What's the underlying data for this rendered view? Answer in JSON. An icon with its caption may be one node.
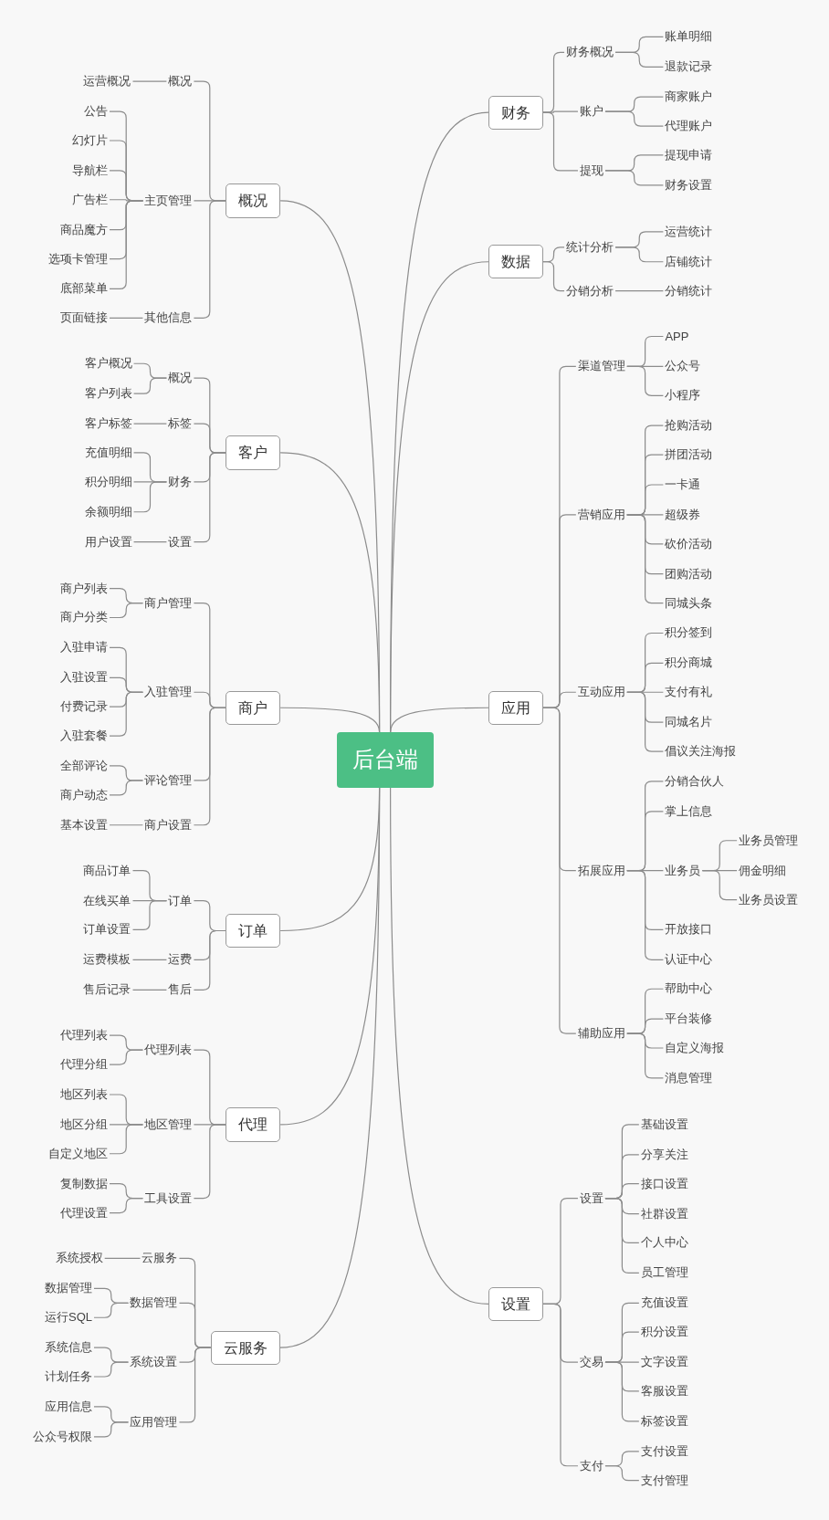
{
  "diagram": {
    "nodes": [
      {
        "text": [
          "后台端"
        ]
      },
      {
        "text": [
          "概况"
        ]
      },
      {
        "text": [
          "概况"
        ]
      },
      {
        "text": [
          "运营概况"
        ]
      },
      {
        "text": [
          "主页管理"
        ]
      },
      {
        "text": [
          "公告"
        ]
      },
      {
        "text": [
          "幻灯片"
        ]
      },
      {
        "text": [
          "导航栏"
        ]
      },
      {
        "text": [
          "广告栏"
        ]
      },
      {
        "text": [
          "商品魔方"
        ]
      },
      {
        "text": [
          "选项卡管理"
        ]
      },
      {
        "text": [
          "底部菜单"
        ]
      },
      {
        "text": [
          "其他信息"
        ]
      },
      {
        "text": [
          "页面链接"
        ]
      },
      {
        "text": [
          "客户"
        ]
      },
      {
        "text": [
          "概况"
        ]
      },
      {
        "text": [
          "客户概况"
        ]
      },
      {
        "text": [
          "客户列表"
        ]
      },
      {
        "text": [
          "标签"
        ]
      },
      {
        "text": [
          "客户标签"
        ]
      },
      {
        "text": [
          "财务"
        ]
      },
      {
        "text": [
          "充值明细"
        ]
      },
      {
        "text": [
          "积分明细"
        ]
      },
      {
        "text": [
          "余额明细"
        ]
      },
      {
        "text": [
          "设置"
        ]
      },
      {
        "text": [
          "用户设置"
        ]
      },
      {
        "text": [
          "商户"
        ]
      },
      {
        "text": [
          "商户管理"
        ]
      },
      {
        "text": [
          "商户列表"
        ]
      },
      {
        "text": [
          "商户分类"
        ]
      },
      {
        "text": [
          "入驻管理"
        ]
      },
      {
        "text": [
          "入驻申请"
        ]
      },
      {
        "text": [
          "入驻设置"
        ]
      },
      {
        "text": [
          "付费记录"
        ]
      },
      {
        "text": [
          "入驻套餐"
        ]
      },
      {
        "text": [
          "评论管理"
        ]
      },
      {
        "text": [
          "全部评论"
        ]
      },
      {
        "text": [
          "商户动态"
        ]
      },
      {
        "text": [
          "商户设置"
        ]
      },
      {
        "text": [
          "基本设置"
        ]
      },
      {
        "text": [
          "订单"
        ]
      },
      {
        "text": [
          "订单"
        ]
      },
      {
        "text": [
          "商品订单"
        ]
      },
      {
        "text": [
          "在线买单"
        ]
      },
      {
        "text": [
          "订单设置"
        ]
      },
      {
        "text": [
          "运费"
        ]
      },
      {
        "text": [
          "运费模板"
        ]
      },
      {
        "text": [
          "售后"
        ]
      },
      {
        "text": [
          "售后记录"
        ]
      },
      {
        "text": [
          "代理"
        ]
      },
      {
        "text": [
          "代理列表"
        ]
      },
      {
        "text": [
          "代理列表"
        ]
      },
      {
        "text": [
          "代理分组"
        ]
      },
      {
        "text": [
          "地区管理"
        ]
      },
      {
        "text": [
          "地区列表"
        ]
      },
      {
        "text": [
          "地区分组"
        ]
      },
      {
        "text": [
          "自定义地区"
        ]
      },
      {
        "text": [
          "工具设置"
        ]
      },
      {
        "text": [
          "复制数据"
        ]
      },
      {
        "text": [
          "代理设置"
        ]
      },
      {
        "text": [
          "云服务"
        ]
      },
      {
        "text": [
          "云服务"
        ]
      },
      {
        "text": [
          "系统授权"
        ]
      },
      {
        "text": [
          "数据管理"
        ]
      },
      {
        "text": [
          "数据管理"
        ]
      },
      {
        "text": [
          "运行SQL"
        ]
      },
      {
        "text": [
          "系统设置"
        ]
      },
      {
        "text": [
          "系统信息"
        ]
      },
      {
        "text": [
          "计划任务"
        ]
      },
      {
        "text": [
          "应用管理"
        ]
      },
      {
        "text": [
          "应用信息"
        ]
      },
      {
        "text": [
          "公众号权限"
        ]
      },
      {
        "text": [
          "财务"
        ]
      },
      {
        "text": [
          "财务概况"
        ]
      },
      {
        "text": [
          "账单明细"
        ]
      },
      {
        "text": [
          "退款记录"
        ]
      },
      {
        "text": [
          "账户"
        ]
      },
      {
        "text": [
          "商家账户"
        ]
      },
      {
        "text": [
          "代理账户"
        ]
      },
      {
        "text": [
          "提现"
        ]
      },
      {
        "text": [
          "提现申请"
        ]
      },
      {
        "text": [
          "财务设置"
        ]
      },
      {
        "text": [
          "数据"
        ]
      },
      {
        "text": [
          "统计分析"
        ]
      },
      {
        "text": [
          "运营统计"
        ]
      },
      {
        "text": [
          "店铺统计"
        ]
      },
      {
        "text": [
          "分销分析"
        ]
      },
      {
        "text": [
          "分销统计"
        ]
      },
      {
        "text": [
          "应用"
        ]
      },
      {
        "text": [
          "渠道管理"
        ]
      },
      {
        "text": [
          "APP"
        ]
      },
      {
        "text": [
          "公众号"
        ]
      },
      {
        "text": [
          "小程序"
        ]
      },
      {
        "text": [
          "营销应用"
        ]
      },
      {
        "text": [
          "抢购活动"
        ]
      },
      {
        "text": [
          "拼团活动"
        ]
      },
      {
        "text": [
          "一卡通"
        ]
      },
      {
        "text": [
          "超级券"
        ]
      },
      {
        "text": [
          "砍价活动"
        ]
      },
      {
        "text": [
          "团购活动"
        ]
      },
      {
        "text": [
          "同城头条"
        ]
      },
      {
        "text": [
          "互动应用"
        ]
      },
      {
        "text": [
          "积分签到"
        ]
      },
      {
        "text": [
          "积分商城"
        ]
      },
      {
        "text": [
          "支付有礼"
        ]
      },
      {
        "text": [
          "同城名片"
        ]
      },
      {
        "text": [
          "倡议关注海报"
        ]
      },
      {
        "text": [
          "拓展应用"
        ]
      },
      {
        "text": [
          "分销合伙人"
        ]
      },
      {
        "text": [
          "掌上信息"
        ]
      },
      {
        "text": [
          "业务员"
        ]
      },
      {
        "text": [
          "业务员管理"
        ]
      },
      {
        "text": [
          "佣金明细"
        ]
      },
      {
        "text": [
          "业务员设置"
        ]
      },
      {
        "text": [
          "开放接口"
        ]
      },
      {
        "text": [
          "认证中心"
        ]
      },
      {
        "text": [
          "辅助应用"
        ]
      },
      {
        "text": [
          "帮助中心"
        ]
      },
      {
        "text": [
          "平台装修"
        ]
      },
      {
        "text": [
          "自定义海报"
        ]
      },
      {
        "text": [
          "消息管理"
        ]
      },
      {
        "text": [
          "设置"
        ]
      },
      {
        "text": [
          "设置"
        ]
      },
      {
        "text": [
          "基础设置"
        ]
      },
      {
        "text": [
          "分享关注"
        ]
      },
      {
        "text": [
          "接口设置"
        ]
      },
      {
        "text": [
          "社群设置"
        ]
      },
      {
        "text": [
          "个人中心"
        ]
      },
      {
        "text": [
          "员工管理"
        ]
      },
      {
        "text": [
          "交易"
        ]
      },
      {
        "text": [
          "充值设置"
        ]
      },
      {
        "text": [
          "积分设置"
        ]
      },
      {
        "text": [
          "文字设置"
        ]
      },
      {
        "text": [
          "客服设置"
        ]
      },
      {
        "text": [
          "标签设置"
        ]
      },
      {
        "text": [
          "支付"
        ]
      },
      {
        "text": [
          "支付设置"
        ]
      },
      {
        "text": [
          "支付管理"
        ]
      }
    ],
    "edges": [
      {
        "from": 0,
        "to": 1,
        "arrow": "none"
      },
      {
        "from": 0,
        "to": 14,
        "arrow": "none"
      },
      {
        "from": 0,
        "to": 26,
        "arrow": "none"
      },
      {
        "from": 0,
        "to": 40,
        "arrow": "none"
      },
      {
        "from": 0,
        "to": 49,
        "arrow": "none"
      },
      {
        "from": 0,
        "to": 60,
        "arrow": "none"
      },
      {
        "from": 0,
        "to": 72,
        "arrow": "none"
      },
      {
        "from": 0,
        "to": 82,
        "arrow": "none"
      },
      {
        "from": 0,
        "to": 88,
        "arrow": "none"
      },
      {
        "from": 0,
        "to": 121,
        "arrow": "none"
      },
      {
        "from": 1,
        "to": 2,
        "arrow": "none"
      },
      {
        "from": 2,
        "to": 3,
        "arrow": "none"
      },
      {
        "from": 1,
        "to": 4,
        "arrow": "none"
      },
      {
        "from": 4,
        "to": 5,
        "arrow": "none"
      },
      {
        "from": 4,
        "to": 6,
        "arrow": "none"
      },
      {
        "from": 4,
        "to": 7,
        "arrow": "none"
      },
      {
        "from": 4,
        "to": 8,
        "arrow": "none"
      },
      {
        "from": 4,
        "to": 9,
        "arrow": "none"
      },
      {
        "from": 4,
        "to": 10,
        "arrow": "none"
      },
      {
        "from": 4,
        "to": 11,
        "arrow": "none"
      },
      {
        "from": 1,
        "to": 12,
        "arrow": "none"
      },
      {
        "from": 12,
        "to": 13,
        "arrow": "none"
      },
      {
        "from": 14,
        "to": 15,
        "arrow": "none"
      },
      {
        "from": 15,
        "to": 16,
        "arrow": "none"
      },
      {
        "from": 15,
        "to": 17,
        "arrow": "none"
      },
      {
        "from": 14,
        "to": 18,
        "arrow": "none"
      },
      {
        "from": 18,
        "to": 19,
        "arrow": "none"
      },
      {
        "from": 14,
        "to": 20,
        "arrow": "none"
      },
      {
        "from": 20,
        "to": 21,
        "arrow": "none"
      },
      {
        "from": 20,
        "to": 22,
        "arrow": "none"
      },
      {
        "from": 20,
        "to": 23,
        "arrow": "none"
      },
      {
        "from": 14,
        "to": 24,
        "arrow": "none"
      },
      {
        "from": 24,
        "to": 25,
        "arrow": "none"
      },
      {
        "from": 26,
        "to": 27,
        "arrow": "none"
      },
      {
        "from": 27,
        "to": 28,
        "arrow": "none"
      },
      {
        "from": 27,
        "to": 29,
        "arrow": "none"
      },
      {
        "from": 26,
        "to": 30,
        "arrow": "none"
      },
      {
        "from": 30,
        "to": 31,
        "arrow": "none"
      },
      {
        "from": 30,
        "to": 32,
        "arrow": "none"
      },
      {
        "from": 30,
        "to": 33,
        "arrow": "none"
      },
      {
        "from": 30,
        "to": 34,
        "arrow": "none"
      },
      {
        "from": 26,
        "to": 35,
        "arrow": "none"
      },
      {
        "from": 35,
        "to": 36,
        "arrow": "none"
      },
      {
        "from": 35,
        "to": 37,
        "arrow": "none"
      },
      {
        "from": 26,
        "to": 38,
        "arrow": "none"
      },
      {
        "from": 38,
        "to": 39,
        "arrow": "none"
      },
      {
        "from": 40,
        "to": 41,
        "arrow": "none"
      },
      {
        "from": 41,
        "to": 42,
        "arrow": "none"
      },
      {
        "from": 41,
        "to": 43,
        "arrow": "none"
      },
      {
        "from": 41,
        "to": 44,
        "arrow": "none"
      },
      {
        "from": 40,
        "to": 45,
        "arrow": "none"
      },
      {
        "from": 45,
        "to": 46,
        "arrow": "none"
      },
      {
        "from": 40,
        "to": 47,
        "arrow": "none"
      },
      {
        "from": 47,
        "to": 48,
        "arrow": "none"
      },
      {
        "from": 49,
        "to": 50,
        "arrow": "none"
      },
      {
        "from": 50,
        "to": 51,
        "arrow": "none"
      },
      {
        "from": 50,
        "to": 52,
        "arrow": "none"
      },
      {
        "from": 49,
        "to": 53,
        "arrow": "none"
      },
      {
        "from": 53,
        "to": 54,
        "arrow": "none"
      },
      {
        "from": 53,
        "to": 55,
        "arrow": "none"
      },
      {
        "from": 53,
        "to": 56,
        "arrow": "none"
      },
      {
        "from": 49,
        "to": 57,
        "arrow": "none"
      },
      {
        "from": 57,
        "to": 58,
        "arrow": "none"
      },
      {
        "from": 57,
        "to": 59,
        "arrow": "none"
      },
      {
        "from": 60,
        "to": 61,
        "arrow": "none"
      },
      {
        "from": 61,
        "to": 62,
        "arrow": "none"
      },
      {
        "from": 60,
        "to": 63,
        "arrow": "none"
      },
      {
        "from": 63,
        "to": 64,
        "arrow": "none"
      },
      {
        "from": 63,
        "to": 65,
        "arrow": "none"
      },
      {
        "from": 60,
        "to": 66,
        "arrow": "none"
      },
      {
        "from": 66,
        "to": 67,
        "arrow": "none"
      },
      {
        "from": 66,
        "to": 68,
        "arrow": "none"
      },
      {
        "from": 60,
        "to": 69,
        "arrow": "none"
      },
      {
        "from": 69,
        "to": 70,
        "arrow": "none"
      },
      {
        "from": 69,
        "to": 71,
        "arrow": "none"
      },
      {
        "from": 72,
        "to": 73,
        "arrow": "none"
      },
      {
        "from": 73,
        "to": 74,
        "arrow": "none"
      },
      {
        "from": 73,
        "to": 75,
        "arrow": "none"
      },
      {
        "from": 72,
        "to": 76,
        "arrow": "none"
      },
      {
        "from": 76,
        "to": 77,
        "arrow": "none"
      },
      {
        "from": 76,
        "to": 78,
        "arrow": "none"
      },
      {
        "from": 72,
        "to": 79,
        "arrow": "none"
      },
      {
        "from": 79,
        "to": 80,
        "arrow": "none"
      },
      {
        "from": 79,
        "to": 81,
        "arrow": "none"
      },
      {
        "from": 82,
        "to": 83,
        "arrow": "none"
      },
      {
        "from": 83,
        "to": 84,
        "arrow": "none"
      },
      {
        "from": 83,
        "to": 85,
        "arrow": "none"
      },
      {
        "from": 82,
        "to": 86,
        "arrow": "none"
      },
      {
        "from": 86,
        "to": 87,
        "arrow": "none"
      },
      {
        "from": 88,
        "to": 89,
        "arrow": "none"
      },
      {
        "from": 89,
        "to": 90,
        "arrow": "none"
      },
      {
        "from": 89,
        "to": 91,
        "arrow": "none"
      },
      {
        "from": 89,
        "to": 92,
        "arrow": "none"
      },
      {
        "from": 88,
        "to": 93,
        "arrow": "none"
      },
      {
        "from": 93,
        "to": 94,
        "arrow": "none"
      },
      {
        "from": 93,
        "to": 95,
        "arrow": "none"
      },
      {
        "from": 93,
        "to": 96,
        "arrow": "none"
      },
      {
        "from": 93,
        "to": 97,
        "arrow": "none"
      },
      {
        "from": 93,
        "to": 98,
        "arrow": "none"
      },
      {
        "from": 93,
        "to": 99,
        "arrow": "none"
      },
      {
        "from": 93,
        "to": 100,
        "arrow": "none"
      },
      {
        "from": 88,
        "to": 101,
        "arrow": "none"
      },
      {
        "from": 101,
        "to": 102,
        "arrow": "none"
      },
      {
        "from": 101,
        "to": 103,
        "arrow": "none"
      },
      {
        "from": 101,
        "to": 104,
        "arrow": "none"
      },
      {
        "from": 101,
        "to": 105,
        "arrow": "none"
      },
      {
        "from": 101,
        "to": 106,
        "arrow": "none"
      },
      {
        "from": 88,
        "to": 107,
        "arrow": "none"
      },
      {
        "from": 107,
        "to": 108,
        "arrow": "none"
      },
      {
        "from": 107,
        "to": 109,
        "arrow": "none"
      },
      {
        "from": 107,
        "to": 110,
        "arrow": "none"
      },
      {
        "from": 110,
        "to": 111,
        "arrow": "none"
      },
      {
        "from": 110,
        "to": 112,
        "arrow": "none"
      },
      {
        "from": 110,
        "to": 113,
        "arrow": "none"
      },
      {
        "from": 107,
        "to": 114,
        "arrow": "none"
      },
      {
        "from": 107,
        "to": 115,
        "arrow": "none"
      },
      {
        "from": 88,
        "to": 116,
        "arrow": "none"
      },
      {
        "from": 116,
        "to": 117,
        "arrow": "none"
      },
      {
        "from": 116,
        "to": 118,
        "arrow": "none"
      },
      {
        "from": 116,
        "to": 119,
        "arrow": "none"
      },
      {
        "from": 116,
        "to": 120,
        "arrow": "none"
      },
      {
        "from": 121,
        "to": 122,
        "arrow": "none"
      },
      {
        "from": 122,
        "to": 123,
        "arrow": "none"
      },
      {
        "from": 122,
        "to": 124,
        "arrow": "none"
      },
      {
        "from": 122,
        "to": 125,
        "arrow": "none"
      },
      {
        "from": 122,
        "to": 126,
        "arrow": "none"
      },
      {
        "from": 122,
        "to": 127,
        "arrow": "none"
      },
      {
        "from": 122,
        "to": 128,
        "arrow": "none"
      },
      {
        "from": 121,
        "to": 129,
        "arrow": "none"
      },
      {
        "from": 129,
        "to": 130,
        "arrow": "none"
      },
      {
        "from": 129,
        "to": 131,
        "arrow": "none"
      },
      {
        "from": 129,
        "to": 132,
        "arrow": "none"
      },
      {
        "from": 129,
        "to": 133,
        "arrow": "none"
      },
      {
        "from": 129,
        "to": 134,
        "arrow": "none"
      },
      {
        "from": 121,
        "to": 135,
        "arrow": "none"
      },
      {
        "from": 135,
        "to": 136,
        "arrow": "none"
      },
      {
        "from": 135,
        "to": 137,
        "arrow": "none"
      }
    ]
  }
}
